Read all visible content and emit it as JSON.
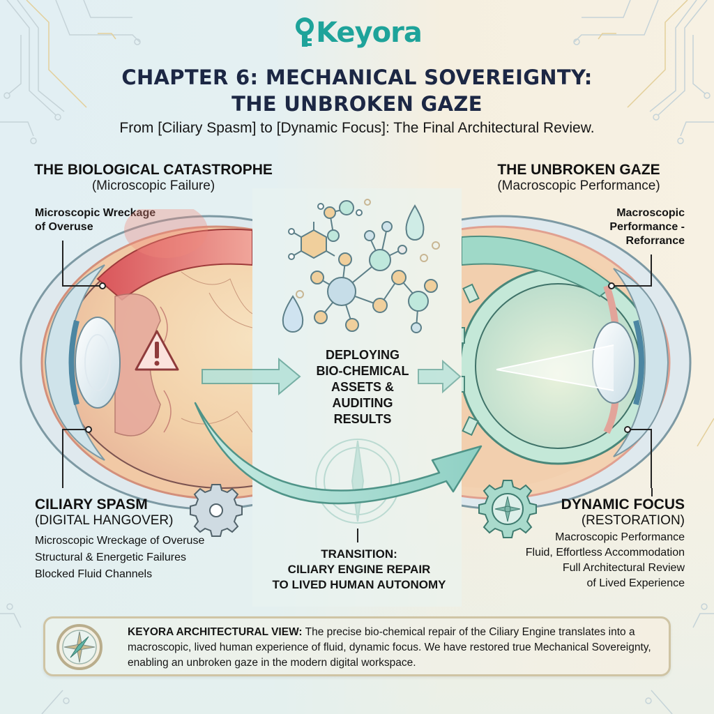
{
  "header": {
    "logo_text": "Keyora",
    "title_line1": "CHAPTER 6: MECHANICAL SOVEREIGNTY:",
    "title_line2": "THE UNBROKEN GAZE",
    "subtitle": "From [Ciliary Spasm] to [Dynamic Focus]: The Final Architectural Review."
  },
  "left_panel": {
    "heading": "THE BIOLOGICAL CATASTROPHE",
    "subheading": "(Microscopic Failure)",
    "callout_top": [
      "Microscopic Wreckage",
      "of Overuse"
    ],
    "icon": "warning-triangle-icon",
    "status": {
      "title": "CILIARY SPASM",
      "subtitle": "(DIGITAL HANGOVER)",
      "items": [
        "Microscopic Wreckage of Overuse",
        "Structural & Energetic Failures",
        "Blocked Fluid Channels"
      ]
    }
  },
  "center_panel": {
    "process_label": [
      "DEPLOYING",
      "BIO-CHEMICAL",
      "ASSETS &",
      "AUDITING",
      "RESULTS"
    ],
    "transition_label": [
      "TRANSITION:",
      "CILIARY ENGINE REPAIR",
      "TO LIVED HUMAN AUTONOMY"
    ]
  },
  "right_panel": {
    "heading": "THE UNBROKEN GAZE",
    "subheading": "(Macroscopic Performance)",
    "callout_top": [
      "Macroscopic",
      "Performance -",
      "Reforrance"
    ],
    "status": {
      "title": "DYNAMIC FOCUS",
      "subtitle": "(RESTORATION)",
      "items": [
        "Macroscopic Performance",
        "Fluid, Effortless Accommodation",
        "Full Architectural Review",
        "of Lived Experience"
      ]
    }
  },
  "footer": {
    "label": "KEYORA ARCHITECTURAL VIEW:",
    "text": " The precise bio-chemical repair of the Ciliary Engine translates into a macroscopic, lived human experience of fluid, dynamic focus. We have restored true Mechanical Sovereignty, enabling an unbroken gaze in the modern digital workspace."
  },
  "colors": {
    "brand_teal": "#1ea39a",
    "title_navy": "#1c2744",
    "damage_red": "#e06a62",
    "restore_mint": "#9fd9c8",
    "arrow_teal": "#8fd0c4",
    "footer_border": "#cfc4a4"
  }
}
